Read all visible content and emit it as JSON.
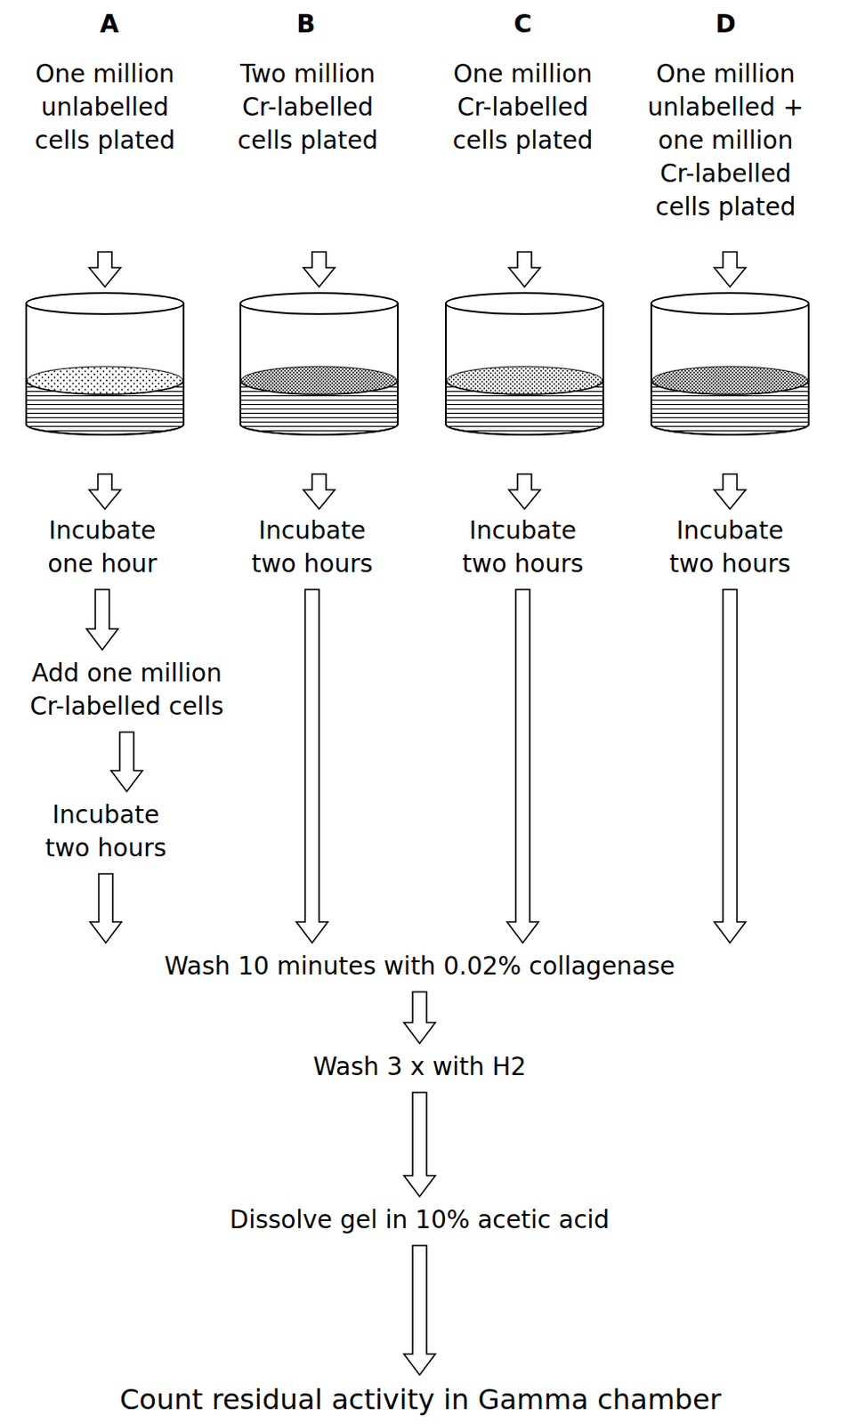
{
  "diagram": {
    "nodes": [
      {
        "text": [
          "One million unlabelled cells plated"
        ]
      },
      {
        "text": [
          "Two million Cr-labelled cells plated"
        ]
      },
      {
        "text": [
          "One million Cr-labelled cells plated"
        ]
      },
      {
        "text": [
          "One million unlabelled + one million Cr-labelled cells plated"
        ]
      },
      {
        "text": [
          "Incubate one hour"
        ]
      },
      {
        "text": [
          "Incubate two hours"
        ]
      },
      {
        "text": [
          "Incubate two hours"
        ]
      },
      {
        "text": [
          "Incubate two hours"
        ]
      },
      {
        "text": [
          "Add one million Cr-labelled cells"
        ]
      },
      {
        "text": [
          "Incubate two hours"
        ]
      },
      {
        "text": [
          "Wash 10 minutes with 0.02% collagenase"
        ]
      },
      {
        "text": [
          "Wash 3 x with H2"
        ]
      },
      {
        "text": [
          "Dissolve gel in 10% acetic acid"
        ]
      },
      {
        "text": [
          "Count residual activity in Gamma chamber"
        ]
      }
    ],
    "edges": [
      {
        "from": 4,
        "to": 8,
        "arrow": "to"
      },
      {
        "from": 8,
        "to": 9,
        "arrow": "to"
      },
      {
        "from": 9,
        "to": 10,
        "arrow": "to"
      },
      {
        "from": 5,
        "to": 10,
        "arrow": "to"
      },
      {
        "from": 6,
        "to": 10,
        "arrow": "to"
      },
      {
        "from": 7,
        "to": 10,
        "arrow": "to"
      },
      {
        "from": 10,
        "to": 11,
        "arrow": "to"
      },
      {
        "from": 11,
        "to": 12,
        "arrow": "to"
      },
      {
        "from": 12,
        "to": 13,
        "arrow": "to"
      }
    ],
    "labels": [
      "A",
      "B",
      "C",
      "D"
    ]
  }
}
